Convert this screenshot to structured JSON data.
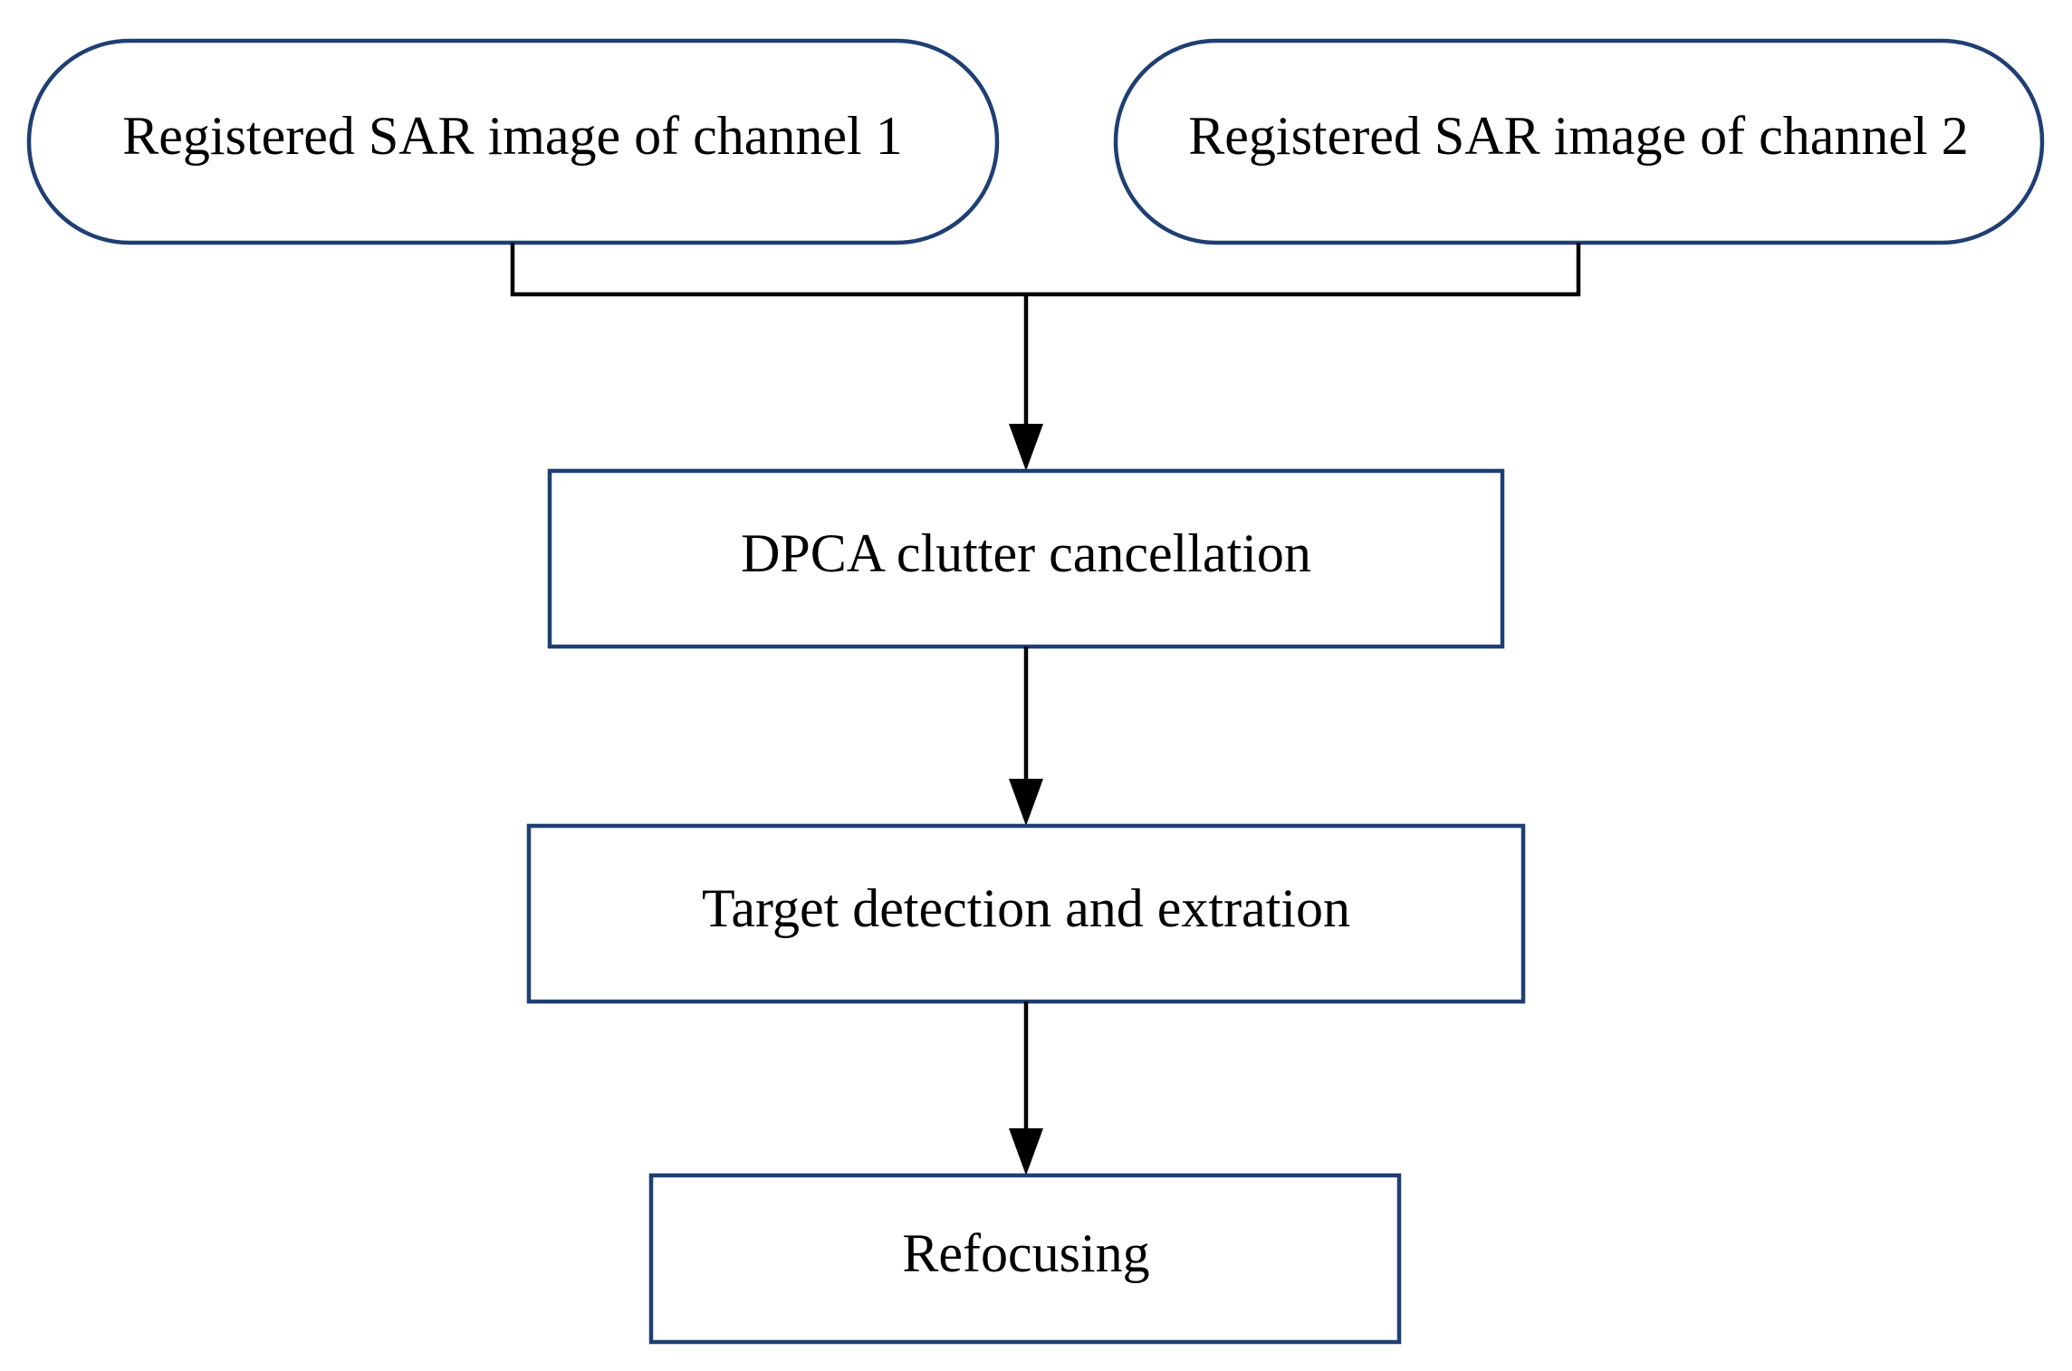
{
  "diagram": {
    "type": "flowchart",
    "colors": {
      "node_border": "#1f3f73",
      "connector": "#000000",
      "text": "#000000",
      "background": "#ffffff"
    },
    "nodes": {
      "channel1": {
        "label": "Registered SAR image of channel 1",
        "shape": "rounded-terminal"
      },
      "channel2": {
        "label": "Registered SAR image of channel 2",
        "shape": "rounded-terminal"
      },
      "dpca": {
        "label": "DPCA clutter cancellation",
        "shape": "rectangle"
      },
      "detection": {
        "label": "Target detection and extration",
        "shape": "rectangle"
      },
      "refocusing": {
        "label": "Refocusing",
        "shape": "rectangle"
      }
    },
    "edges": [
      {
        "from": "channel1",
        "to": "dpca"
      },
      {
        "from": "channel2",
        "to": "dpca"
      },
      {
        "from": "dpca",
        "to": "detection"
      },
      {
        "from": "detection",
        "to": "refocusing"
      }
    ]
  }
}
